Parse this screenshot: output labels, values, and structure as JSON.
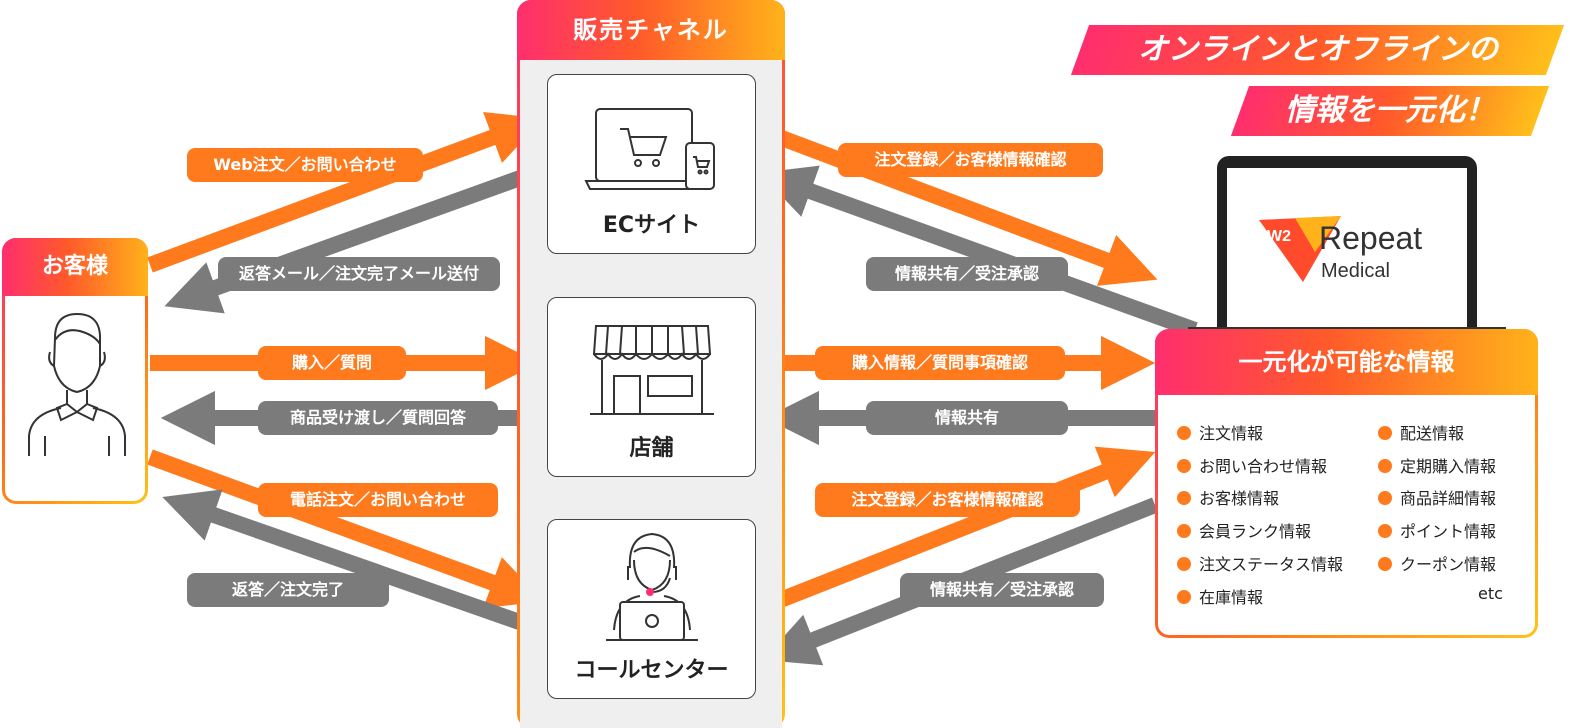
{
  "customer": {
    "title": "お客様"
  },
  "channel": {
    "title": "販売チャネル",
    "nodes": {
      "ec": "ECサイト",
      "store": "店舗",
      "call": "コールセンター"
    }
  },
  "info": {
    "title": "一元化が可能な情報",
    "left": [
      "注文情報",
      "お問い合わせ情報",
      "お客様情報",
      "会員ランク情報",
      "注文ステータス情報",
      "在庫情報"
    ],
    "right": [
      "配送情報",
      "定期購入情報",
      "商品詳細情報",
      "ポイント情報",
      "クーポン情報"
    ],
    "etc": "etc"
  },
  "banner": {
    "line1": "オンラインとオフラインの",
    "line2": "情報を一元化！"
  },
  "logo": {
    "mark": "W2",
    "name": "Repeat",
    "sub": "Medical"
  },
  "labels": {
    "web_order": "Web注文／お問い合わせ",
    "reply_mail": "返答メール／注文完了メール送付",
    "purchase": "購入／質問",
    "handover": "商品受け渡し／質問回答",
    "phone_order": "電話注文／お問い合わせ",
    "reply_done": "返答／注文完了",
    "ec_register": "注文登録／お客様情報確認",
    "ec_share": "情報共有／受注承認",
    "store_purchase_info": "購入情報／質問事項確認",
    "store_share": "情報共有",
    "call_register": "注文登録／お客様情報確認",
    "call_share": "情報共有／受注承認"
  },
  "colors": {
    "orange": "#ff7a1c",
    "gray": "#7b7b7b",
    "pink": "#ff2e6e",
    "yellow": "#ffc21a"
  }
}
